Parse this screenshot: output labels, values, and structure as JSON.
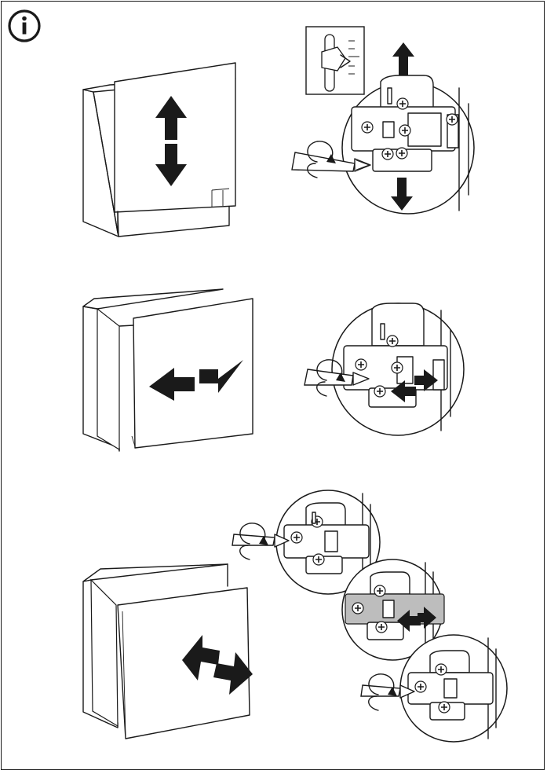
{
  "page": {
    "kind": "assembly-instruction-sheet",
    "info_icon": "info-circle-icon",
    "steps": [
      {
        "id": "vertical-adjustment",
        "cabinet": "door-open-cabinet-icon",
        "arrow": "up-down-arrow-icon",
        "detail": "hinge-vertical-screw-detail",
        "tool": "screwdriver-icon"
      },
      {
        "id": "horizontal-adjustment",
        "cabinet": "door-closed-cabinet-icon",
        "arrow": "left-right-arrow-icon",
        "detail": "hinge-horizontal-screw-detail",
        "tool": "screwdriver-icon"
      },
      {
        "id": "depth-adjustment",
        "cabinet": "door-angled-cabinet-icon",
        "arrow": "diagonal-arrow-icon",
        "detail": "hinge-depth-screw-detail",
        "tool": "screwdriver-icon"
      }
    ],
    "colors": {
      "line": "#1a1a1a",
      "background": "#ffffff",
      "highlight": "#bdbdbd"
    }
  }
}
